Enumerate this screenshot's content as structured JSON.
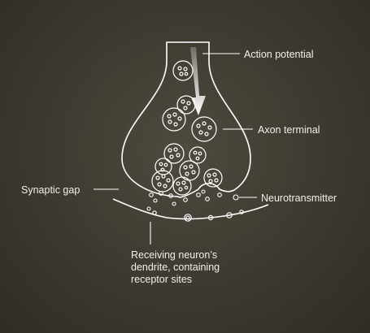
{
  "labels": {
    "action_potential": "Action potential",
    "axon_terminal": "Axon terminal",
    "synaptic_gap": "Synaptic gap",
    "neurotransmitter": "Neurotransmitter",
    "receiving_neuron": [
      "Receiving neuron’s",
      "dendrite, containing",
      "receptor sites"
    ]
  },
  "colors": {
    "background": "#3c3930",
    "stroke": "#ffffff",
    "text": "#f2f0ea"
  }
}
